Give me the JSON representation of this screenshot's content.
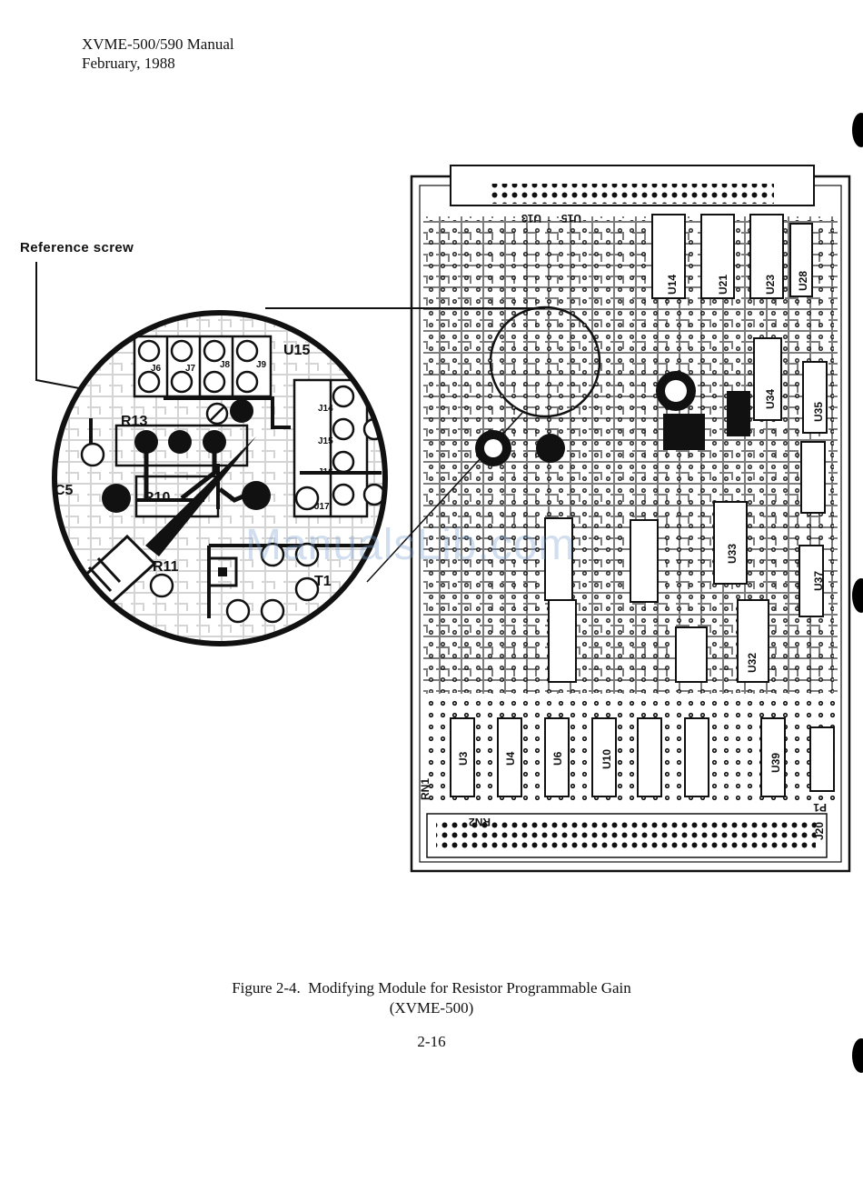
{
  "header": {
    "title": "XVME-500/590 Manual",
    "date": "February, 1988"
  },
  "figure": {
    "callout": "Reference screw",
    "caption_line1": "Figure 2-4.  Modifying Module for Resistor Programmable Gain",
    "caption_line2": "(XVME-500)",
    "magnified_labels": {
      "u15": "U15",
      "j6": "J6",
      "j7": "J7",
      "j8": "J8",
      "j9": "J9",
      "j14": "J14",
      "j15": "J15",
      "j16": "J16",
      "j17": "J17",
      "r13": "R13",
      "r10": "R10",
      "r11": "R11",
      "c5": "C5",
      "t1": "T1"
    },
    "board_labels": {
      "u13": "U13",
      "u15": "U15",
      "u14": "U14",
      "u21": "U21",
      "u23": "U23",
      "u28": "U28",
      "u34": "U34",
      "u35": "U35",
      "u37": "U37",
      "u32": "U32",
      "u33": "U33",
      "u39": "U39",
      "u3": "U3",
      "u4": "U4",
      "u6": "U6",
      "u10": "U10",
      "rn1": "RN1",
      "rn2": "RN2",
      "j20": "J20",
      "p1": "P1"
    }
  },
  "watermark": "ManualsLib.com",
  "page_number": "2-16"
}
